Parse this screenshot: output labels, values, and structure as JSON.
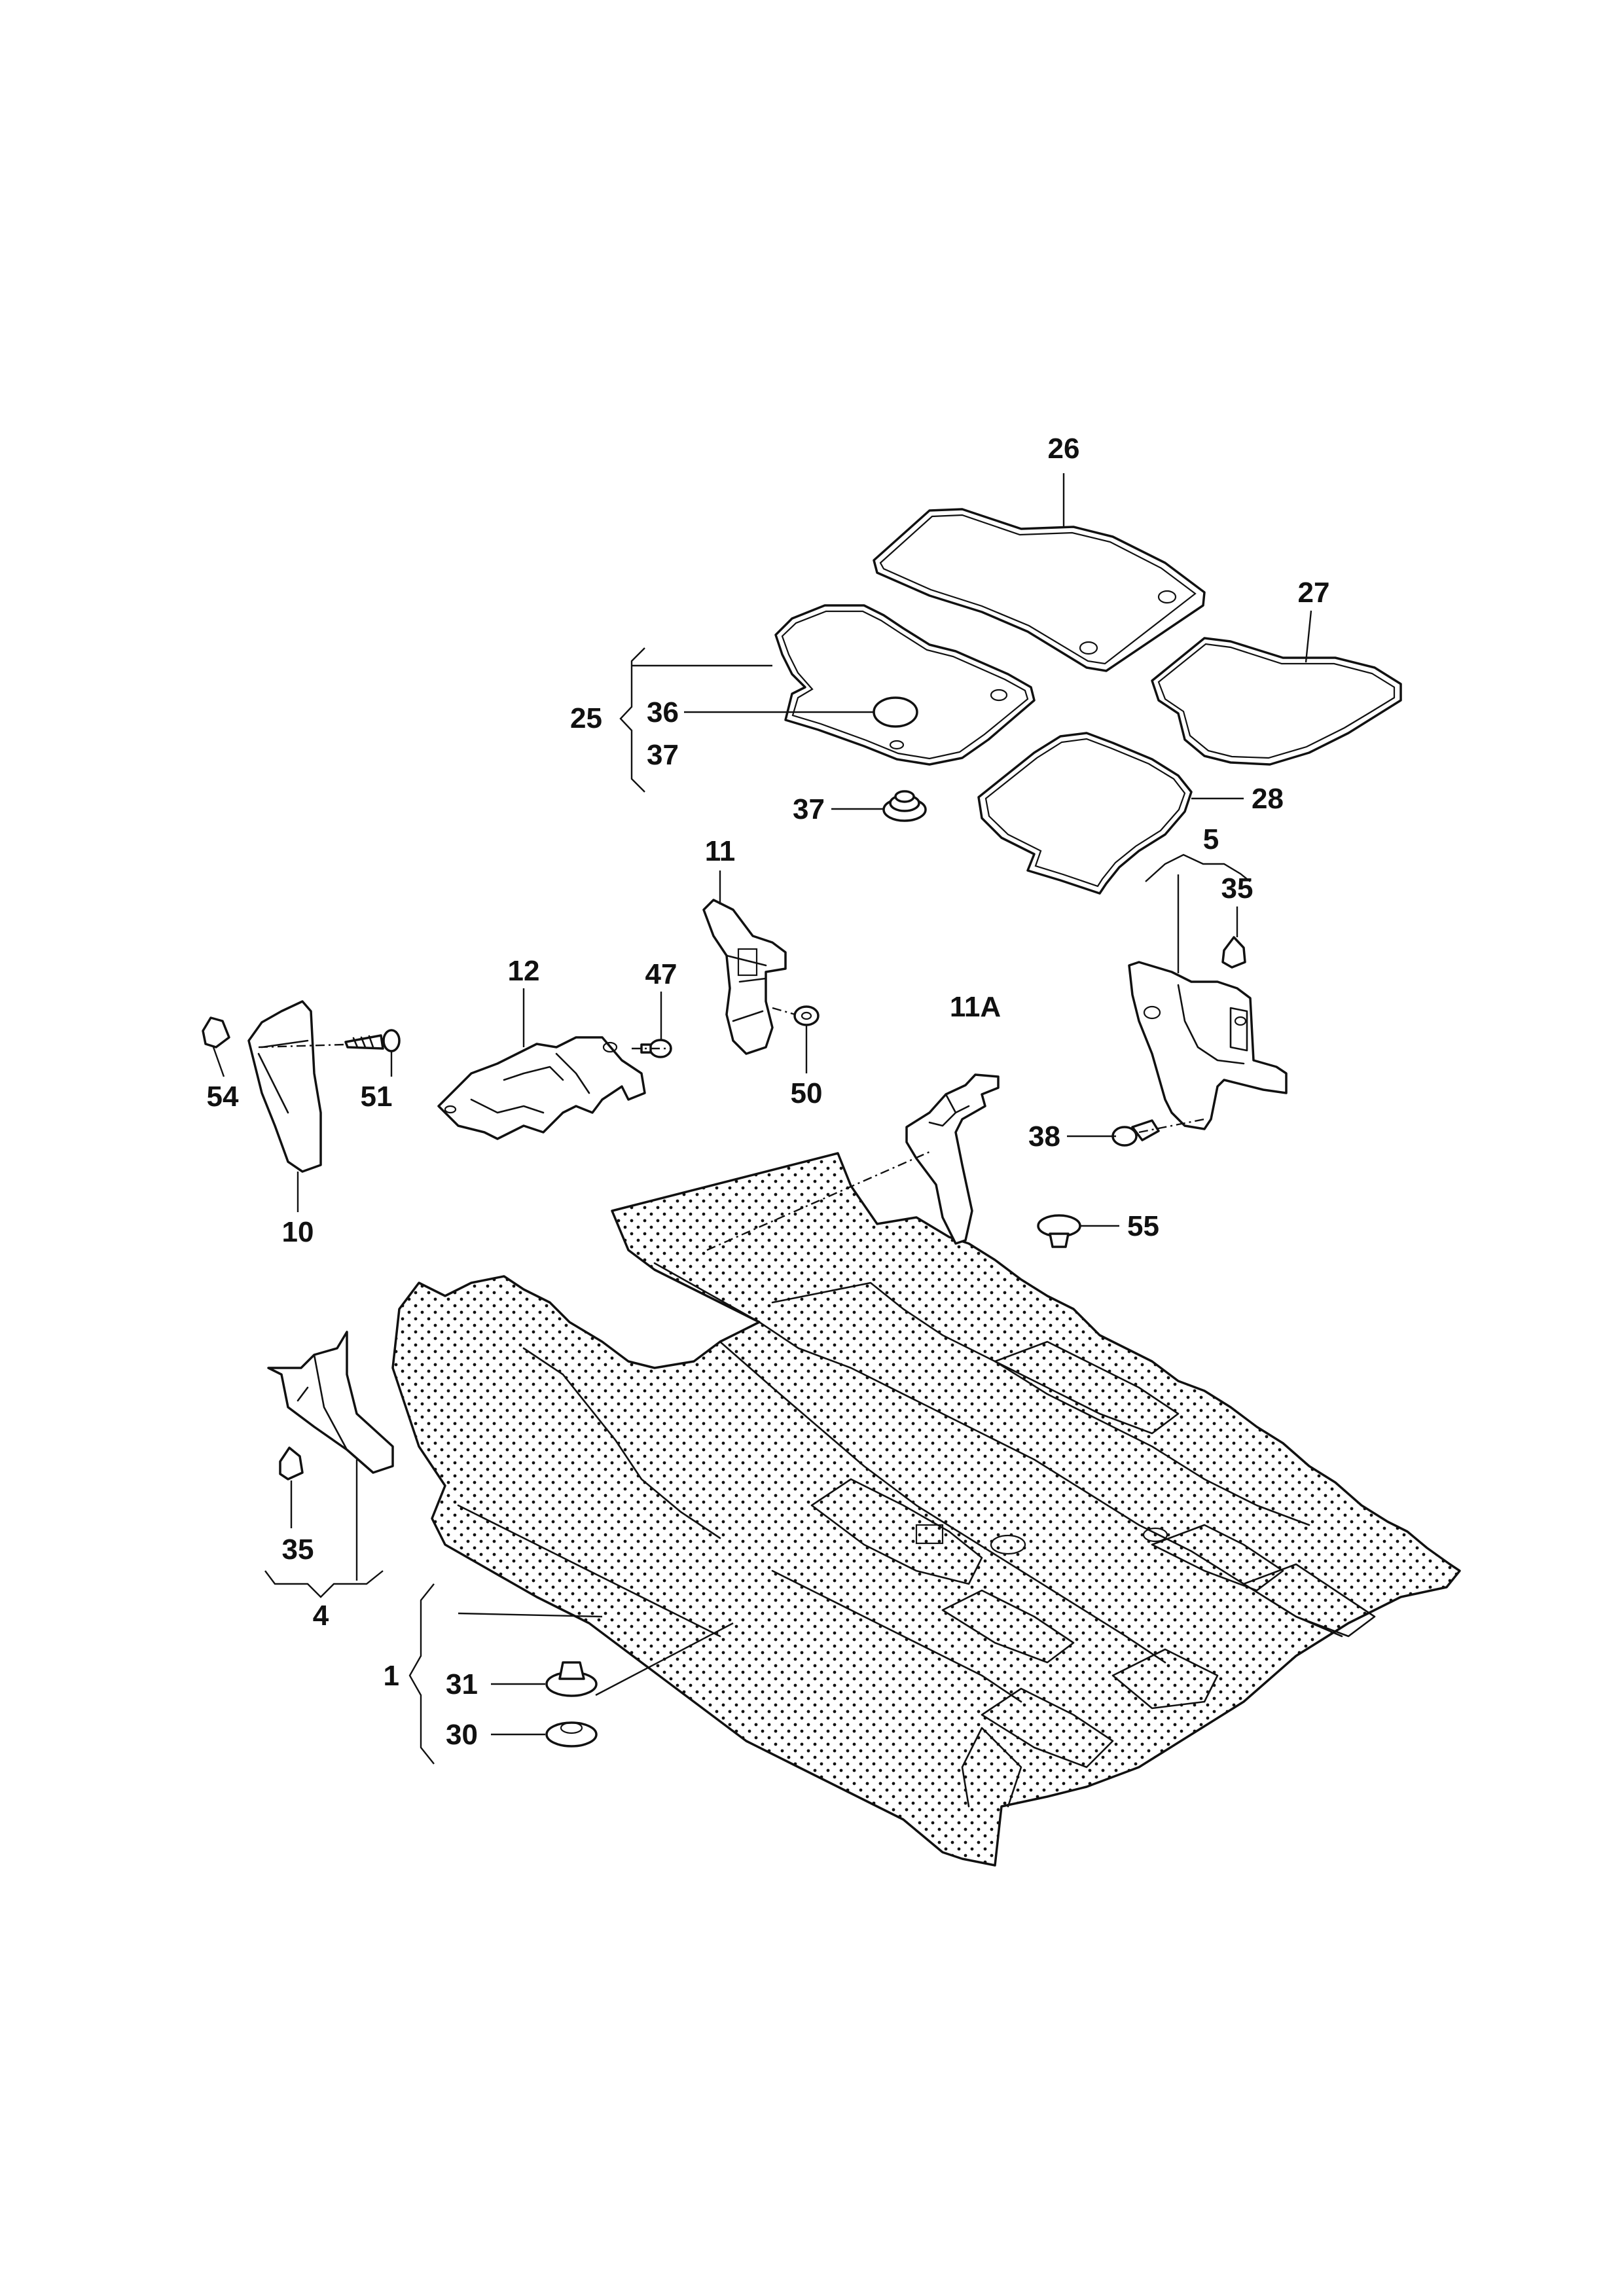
{
  "callouts": {
    "c26": "26",
    "c27": "27",
    "c25": "25",
    "c36": "36",
    "c37a": "37",
    "c37b": "37",
    "c28": "28",
    "c11": "11",
    "c5": "5",
    "c35a": "35",
    "c12": "12",
    "c47": "47",
    "c11A": "11A",
    "c54": "54",
    "c51": "51",
    "c50": "50",
    "c38": "38",
    "c10": "10",
    "c55": "55",
    "c35b": "35",
    "c4": "4",
    "c1": "1",
    "c31": "31",
    "c30": "30"
  }
}
